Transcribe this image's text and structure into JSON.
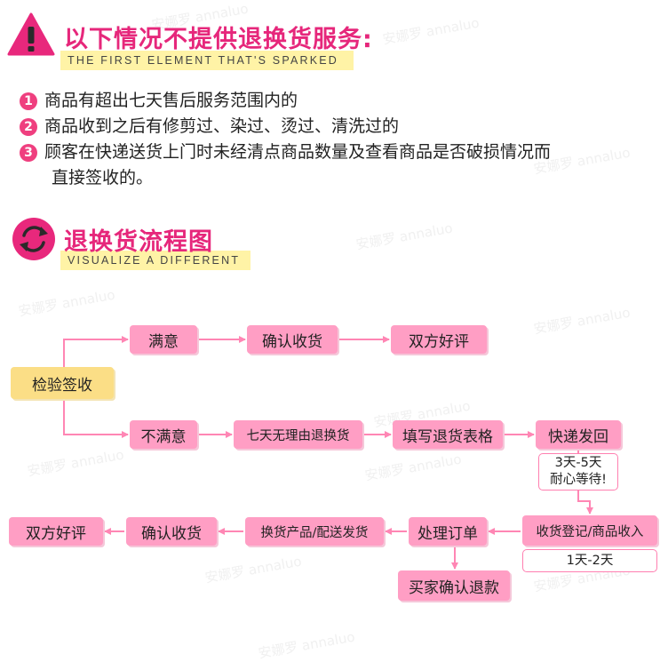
{
  "section1": {
    "title": "以下情况不提供退换货服务:",
    "subtitle": "THE FIRST ELEMENT THAT'S SPARKED",
    "rules": [
      {
        "num": "1",
        "text": "商品有超出七天售后服务范围内的"
      },
      {
        "num": "2",
        "text": "商品收到之后有修剪过、染过、烫过、清洗过的"
      },
      {
        "num": "3",
        "text": "顾客在快递送货上门时未经清点商品数量及查看商品是否破损情况而",
        "text2": "直接签收的。"
      }
    ]
  },
  "section2": {
    "title": "退换货流程图",
    "subtitle": "VISUALIZE A DIFFERENT"
  },
  "flow": {
    "inspect": "检验签收",
    "satisfied": "满意",
    "confirm_receipt_top": "确认收货",
    "good_review_top": "双方好评",
    "unsatisfied": "不满意",
    "seven_day": "七天无理由退换货",
    "fill_form": "填写退货表格",
    "express_return": "快递发回",
    "wait_line1": "3天-5天",
    "wait_line2": "耐心等待!",
    "register": "收货登记/商品收入",
    "register_time": "1天-2天",
    "process_order": "处理订单",
    "ship_exchange": "换货产品/配送发货",
    "confirm_receipt_bottom": "确认收货",
    "good_review_bottom": "双方好评",
    "buyer_refund": "买家确认退款"
  },
  "watermark": "安娜罗 annaluo",
  "colors": {
    "accent": "#e6277b",
    "box": "#ff9ec4",
    "box_yellow": "#fbde86",
    "arrow": "#ff86b4"
  }
}
